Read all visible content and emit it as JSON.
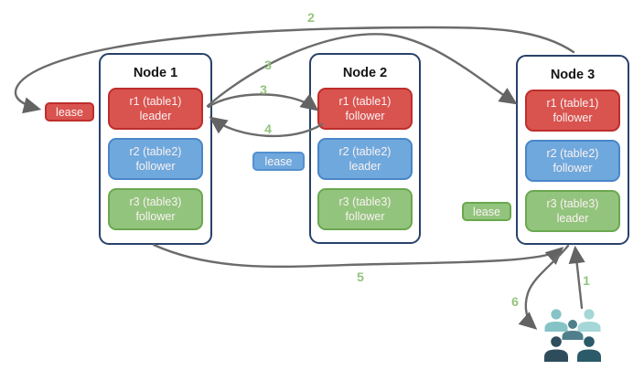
{
  "nodes": [
    {
      "title": "Node 1",
      "replicas": [
        {
          "name": "r1 (table1)",
          "role": "leader",
          "color": "#d9534f"
        },
        {
          "name": "r2 (table2)",
          "role": "follower",
          "color": "#6fa8dc"
        },
        {
          "name": "r3 (table3)",
          "role": "follower",
          "color": "#93c47d"
        }
      ]
    },
    {
      "title": "Node 2",
      "replicas": [
        {
          "name": "r1 (table1)",
          "role": "follower",
          "color": "#d9534f"
        },
        {
          "name": "r2 (table2)",
          "role": "leader",
          "color": "#6fa8dc"
        },
        {
          "name": "r3 (table3)",
          "role": "follower",
          "color": "#93c47d"
        }
      ]
    },
    {
      "title": "Node 3",
      "replicas": [
        {
          "name": "r1 (table1)",
          "role": "follower",
          "color": "#d9534f"
        },
        {
          "name": "r2 (table2)",
          "role": "follower",
          "color": "#6fa8dc"
        },
        {
          "name": "r3 (table3)",
          "role": "leader",
          "color": "#93c47d"
        }
      ]
    }
  ],
  "leases": [
    {
      "label": "lease",
      "color": "#d9534f"
    },
    {
      "label": "lease",
      "color": "#6fa8dc"
    },
    {
      "label": "lease",
      "color": "#93c47d"
    }
  ],
  "arrows": [
    {
      "label": "1",
      "from": "users",
      "to": "Node 3"
    },
    {
      "label": "2",
      "from": "Node 3",
      "to": "lease badge of Node 1 r1 leader"
    },
    {
      "label": "3",
      "from": "Node 1 r1 leader",
      "to": "Node 3 r1 follower"
    },
    {
      "label": "3",
      "from": "Node 1 r1 leader",
      "to": "Node 2 r1 follower"
    },
    {
      "label": "4",
      "from": "Node 2 r1 follower",
      "to": "Node 1 r1 leader"
    },
    {
      "label": "5",
      "from": "Node 1",
      "to": "Node 3"
    },
    {
      "label": "6",
      "from": "Node 3",
      "to": "users"
    }
  ],
  "icons": {
    "users": "users-group-icon"
  },
  "colors": {
    "background": "#ffffff",
    "node_border": "#28426b",
    "replica_red": "#d9534f",
    "replica_red_border": "#be2e2c",
    "replica_blue": "#6fa8dc",
    "replica_blue_border": "#4a86c8",
    "replica_green": "#93c47d",
    "replica_green_border": "#6aa84f",
    "arrow": "#6b6b6b",
    "step_label": "#93c47d"
  }
}
